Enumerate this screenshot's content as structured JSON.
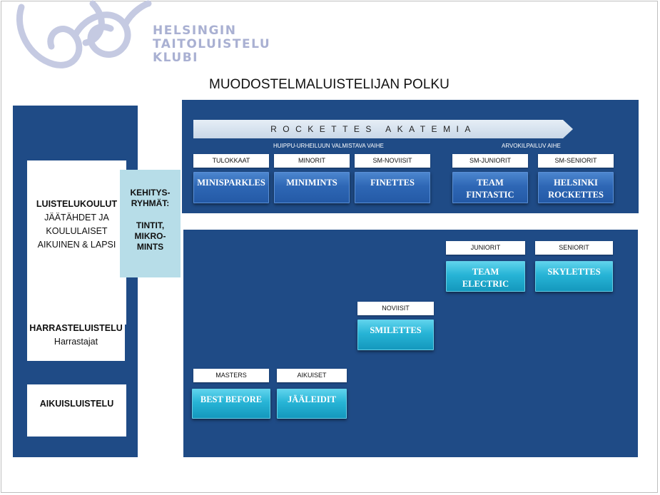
{
  "logo": {
    "line1": "HELSINGIN",
    "line2": "TAITOLUISTELU",
    "line3": "KLUBI"
  },
  "title": "MUODOSTELMALUISTELIJAN POLKU",
  "left": {
    "luistelukoulut": {
      "heading": "LUISTELUKOULUT",
      "line1": "JÄÄTÄHDET JA",
      "line2": "KOULULAISET",
      "line3": "AIKUINEN & LAPSI"
    },
    "kehitys": {
      "line1": "KEHITYS-",
      "line2": "RYHMÄT:",
      "line3": "TINTIT,",
      "line4": "MIKRO-",
      "line5": "MINTS"
    },
    "harraste": {
      "heading": "HARRASTELUISTELU",
      "sub": "Harrastajat"
    },
    "aikuis": {
      "heading": "AIKUISLUISTELU"
    }
  },
  "akatemia": {
    "arrow": "ROCKETTES AKATEMIA",
    "phase_left": "HUIPPU-URHEILUUN VALMISTAVA VAIHE",
    "phase_right": "ARVOKILPAILUV AIHE",
    "groups": [
      {
        "tag": "TULOKKAAT",
        "team": "MINISPARKLES"
      },
      {
        "tag": "MINORIT",
        "team": "MINIMINTS"
      },
      {
        "tag": "SM-NOVIISIT",
        "team": "FINETTES"
      },
      {
        "tag": "SM-JUNIORIT",
        "team": "TEAM FINTASTIC"
      },
      {
        "tag": "SM-SENIORIT",
        "team": "HELSINKI ROCKETTES"
      }
    ]
  },
  "lower": {
    "groups": [
      {
        "tag": "JUNIORIT",
        "team": "TEAM ELECTRIC"
      },
      {
        "tag": "SENIORIT",
        "team": "SKYLETTES"
      },
      {
        "tag": "NOVIISIT",
        "team": "SMILETTES"
      },
      {
        "tag": "MASTERS",
        "team": "BEST BEFORE"
      },
      {
        "tag": "AIKUISET",
        "team": "JÄÄLEIDIT"
      }
    ]
  },
  "colors": {
    "panel": "#1f4b86",
    "team_blue": "#2e67b5",
    "team_cyan": "#27b4d6",
    "kehitys": "#b7dde8",
    "logo": "#a9b0d2"
  }
}
